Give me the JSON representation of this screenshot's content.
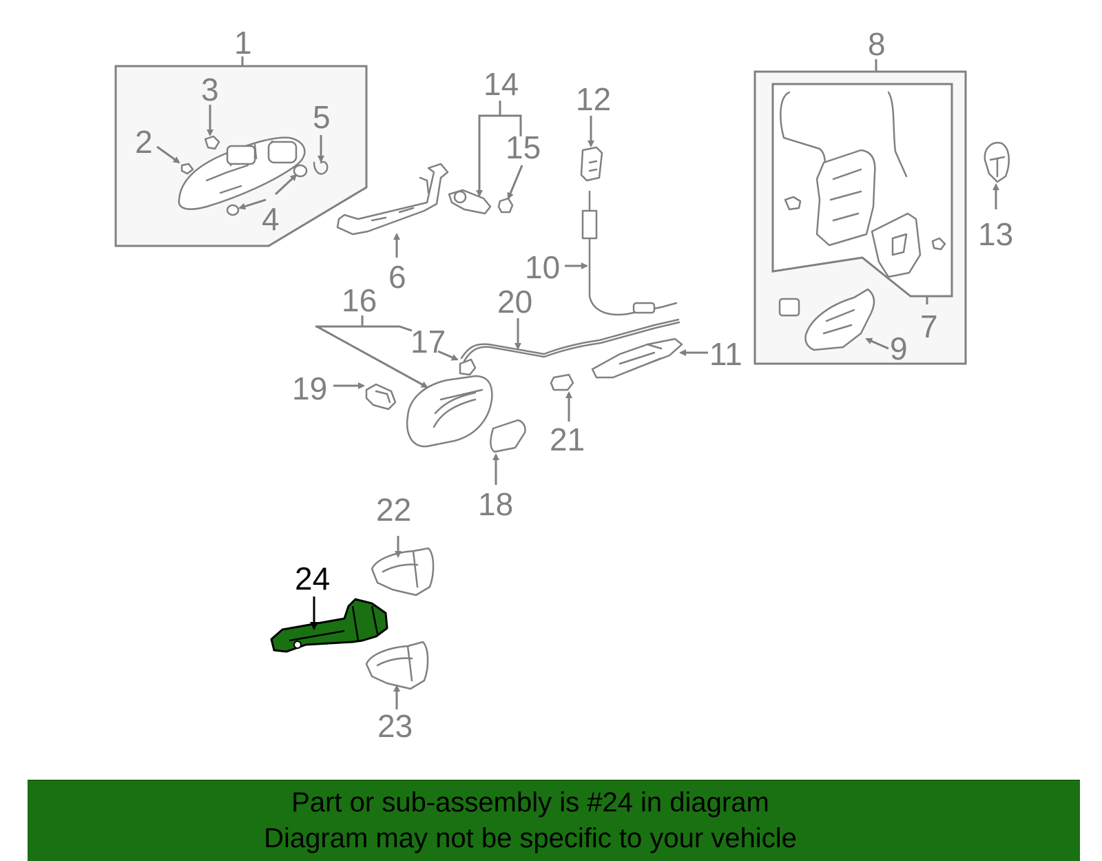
{
  "callouts": {
    "n1": "1",
    "n2": "2",
    "n3": "3",
    "n4": "4",
    "n5": "5",
    "n6": "6",
    "n7": "7",
    "n8": "8",
    "n9": "9",
    "n10": "10",
    "n11": "11",
    "n12": "12",
    "n13": "13",
    "n14": "14",
    "n15": "15",
    "n16": "16",
    "n17": "17",
    "n18": "18",
    "n19": "19",
    "n20": "20",
    "n21": "21",
    "n22": "22",
    "n23": "23",
    "n24": "24"
  },
  "highlight": {
    "part_number": "24",
    "color": "#1a7112"
  },
  "footer": {
    "line1": "Part or sub-assembly is #24 in diagram",
    "line2": "Diagram may not be specific to your vehicle",
    "background": "#1a7112"
  }
}
